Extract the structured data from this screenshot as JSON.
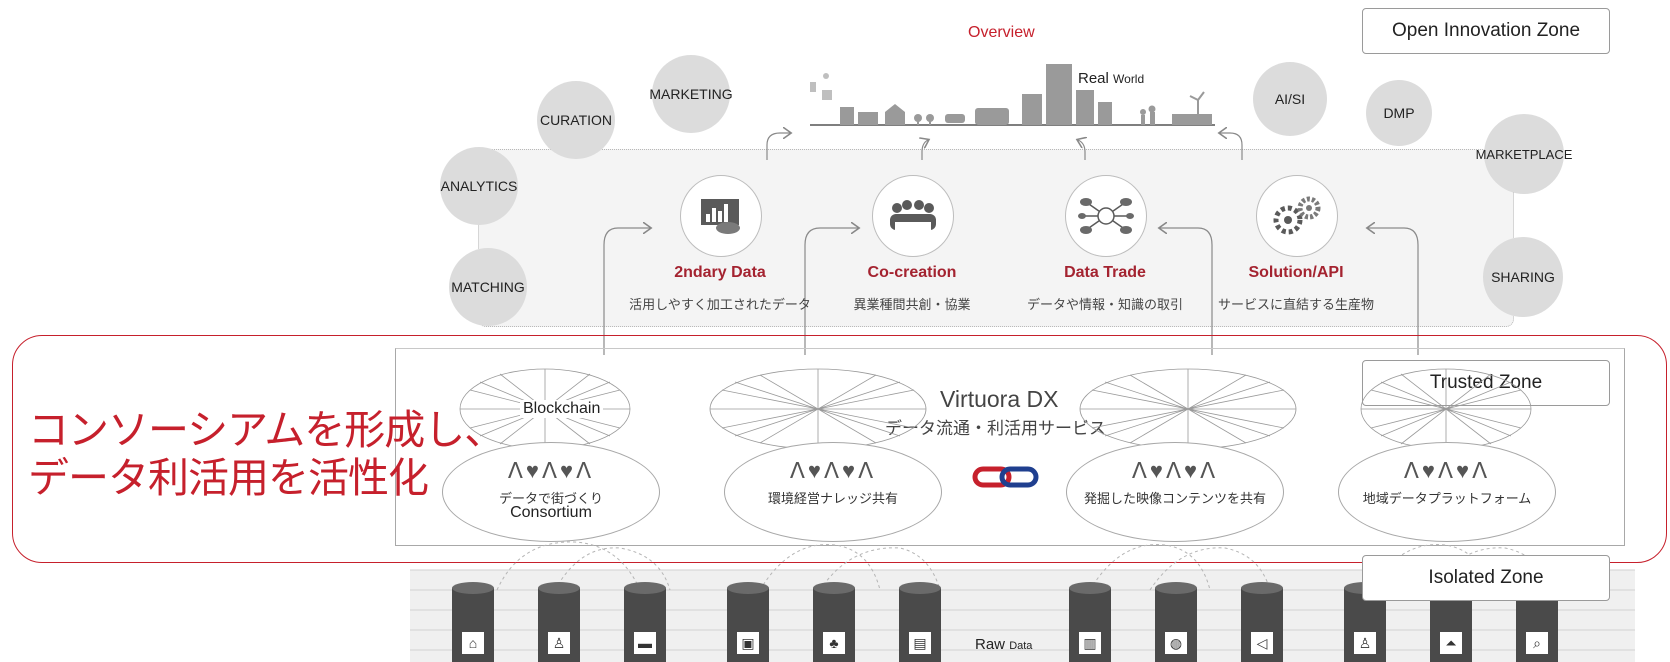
{
  "zones": {
    "open": "Open Innovation Zone",
    "trusted": "Trusted Zone",
    "isolated": "Isolated Zone"
  },
  "overview": {
    "title": "Overview",
    "real_world_big": "Real",
    "real_world_small": "World"
  },
  "bubbles": [
    "MARKETING",
    "CURATION",
    "ANALYTICS",
    "MATCHING",
    "AI/SI",
    "DMP",
    "MARKETPLACE",
    "SHARING"
  ],
  "services": [
    {
      "title": "2ndary Data",
      "subtitle": "活用しやすく加工されたデータ",
      "icon": "bar-chart-icon"
    },
    {
      "title": "Co-creation",
      "subtitle": "異業種間共創・協業",
      "icon": "people-meeting-icon"
    },
    {
      "title": "Data Trade",
      "subtitle": "データや情報・知識の取引",
      "icon": "network-globe-icon"
    },
    {
      "title": "Solution/API",
      "subtitle": "サービスに直結する生産物",
      "icon": "gears-icon"
    }
  ],
  "virtuora": {
    "title": "Virtuora DX",
    "subtitle": "データ流通・利活用サービス"
  },
  "headline": {
    "line1": "コンソーシアムを形成し、",
    "line2": "データ利活用を活性化"
  },
  "consortia": [
    {
      "mesh_label": "Blockchain",
      "subtitle": "データで街づくり",
      "name": "Consortium",
      "persons": "ꓥ♥ꓥ♥ꓥ"
    },
    {
      "mesh_label": "",
      "subtitle": "環境経営ナレッジ共有",
      "name": "",
      "persons": "ꓥ♥ꓥ♥ꓥ"
    },
    {
      "mesh_label": "",
      "subtitle": "発掘した映像コンテンツを共有",
      "name": "",
      "persons": "ꓥ♥ꓥ♥ꓥ"
    },
    {
      "mesh_label": "",
      "subtitle": "地域データプラットフォーム",
      "name": "",
      "persons": "ꓥ♥ꓥ♥ꓥ"
    }
  ],
  "raw_data": {
    "big": "Raw",
    "small": "Data"
  },
  "databases": [
    "map-icon",
    "person-icon",
    "car-icon",
    "monitor-icon",
    "trees-icon",
    "bus-icon",
    "film-icon",
    "globe-icon",
    "speaker-icon",
    "person-card-icon",
    "antenna-icon",
    "search-doc-icon"
  ],
  "colors": {
    "accent_red": "#c6202c",
    "dark_red": "#a42330",
    "link_red": "#c6202c",
    "link_blue": "#1f3f8f"
  }
}
